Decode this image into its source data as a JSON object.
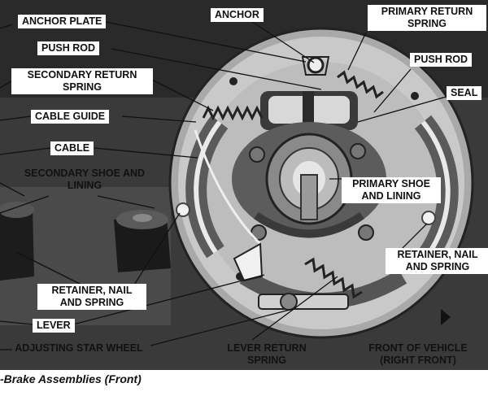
{
  "labels": {
    "anchor_plate": "ANCHOR PLATE",
    "push_rod_left": "PUSH ROD",
    "secondary_return_spring": "SECONDARY RETURN SPRING",
    "cable_guide": "CABLE GUIDE",
    "cable": "CABLE",
    "secondary_shoe": "SECONDARY SHOE AND LINING",
    "retainer_left": "RETAINER, NAIL AND SPRING",
    "lever": "LEVER",
    "adjusting_star_wheel": "ADJUSTING STAR WHEEL",
    "anchor": "ANCHOR",
    "primary_return_spring": "PRIMARY RETURN SPRING",
    "push_rod_right": "PUSH ROD",
    "seal": "SEAL",
    "primary_shoe": "PRIMARY SHOE AND LINING",
    "retainer_right": "RETAINER, NAIL AND SPRING",
    "lever_return_spring": "LEVER RETURN SPRING",
    "front_of_vehicle": "FRONT OF VEHICLE (RIGHT FRONT)"
  },
  "caption": "-Brake Assemblies (Front)",
  "icons": {
    "front_arrow": "right-arrow-icon"
  },
  "colors": {
    "ink": "#111111",
    "backing": "#c9c9c9",
    "background_dark": "#2a2a2a"
  }
}
